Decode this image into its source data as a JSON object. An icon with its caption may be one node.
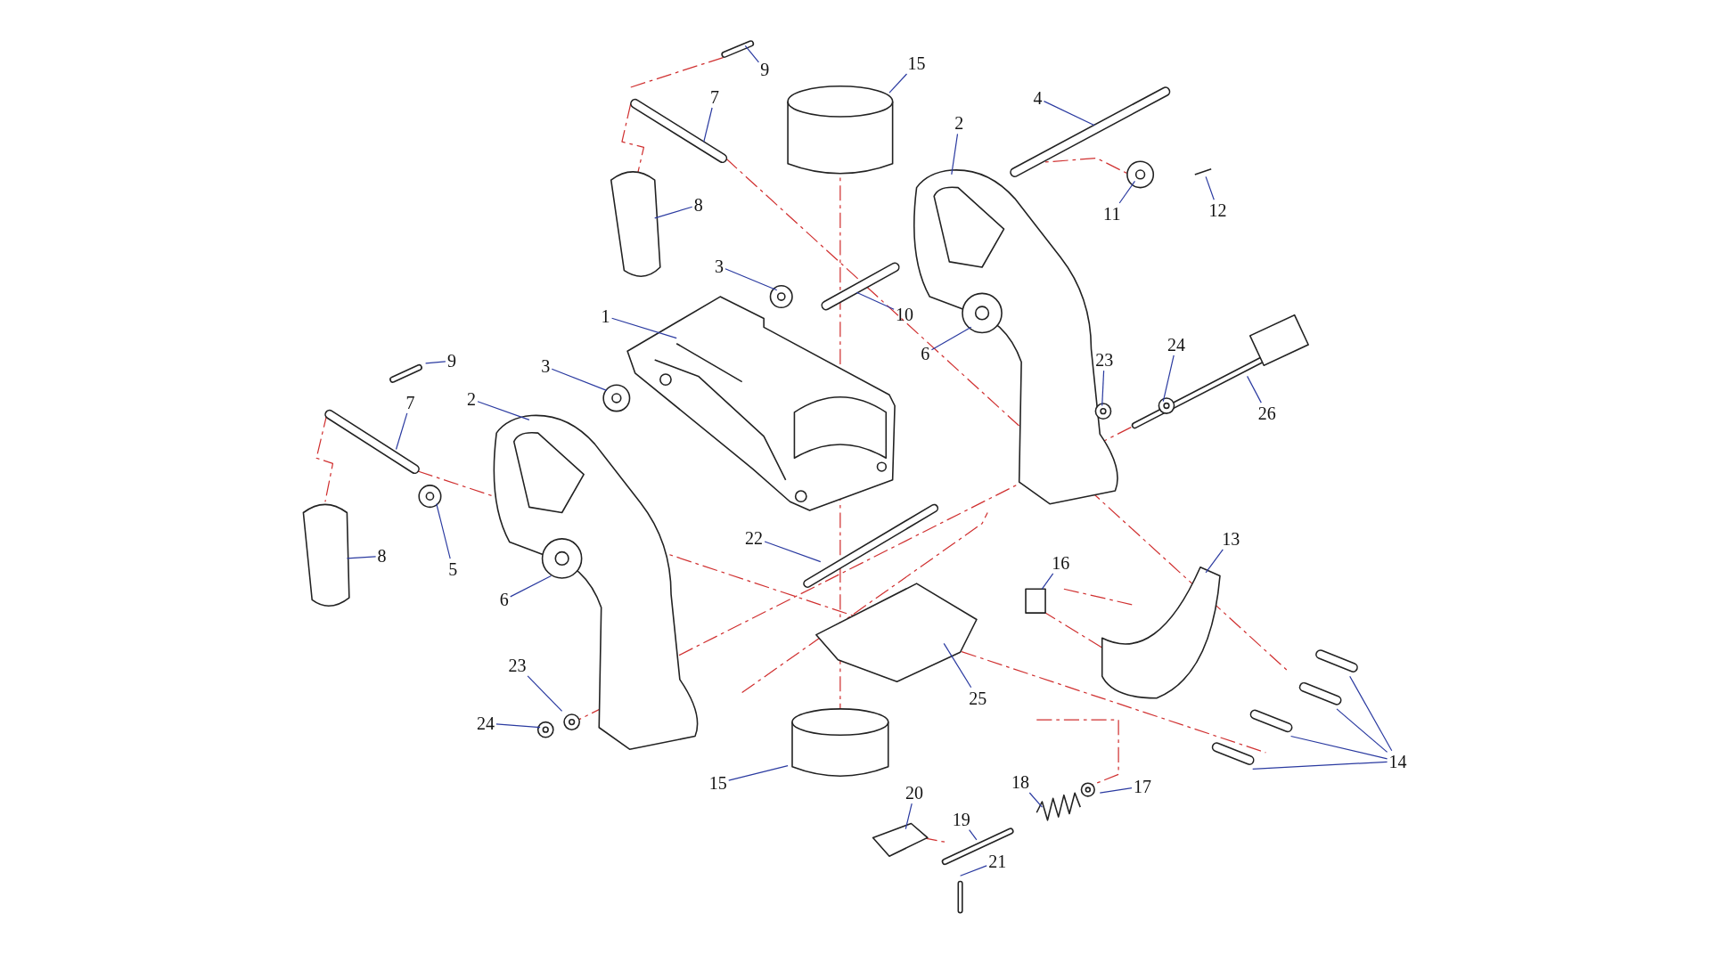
{
  "diagram": {
    "nodes": [
      {
        "text": [
          "9"
        ]
      },
      {
        "text": [
          "15"
        ]
      },
      {
        "text": [
          "7"
        ]
      },
      {
        "text": [
          "4"
        ]
      },
      {
        "text": [
          "2"
        ]
      },
      {
        "text": [
          "11"
        ]
      },
      {
        "text": [
          "12"
        ]
      },
      {
        "text": [
          "8"
        ]
      },
      {
        "text": [
          "3"
        ]
      },
      {
        "text": [
          "10"
        ]
      },
      {
        "text": [
          "1"
        ]
      },
      {
        "text": [
          "6"
        ]
      },
      {
        "text": [
          "23"
        ]
      },
      {
        "text": [
          "24"
        ]
      },
      {
        "text": [
          "26"
        ]
      },
      {
        "text": [
          "9"
        ]
      },
      {
        "text": [
          "3"
        ]
      },
      {
        "text": [
          "7"
        ]
      },
      {
        "text": [
          "2"
        ]
      },
      {
        "text": [
          "5"
        ]
      },
      {
        "text": [
          "6"
        ]
      },
      {
        "text": [
          "22"
        ]
      },
      {
        "text": [
          "13"
        ]
      },
      {
        "text": [
          "16"
        ]
      },
      {
        "text": [
          "8"
        ]
      },
      {
        "text": [
          "25"
        ]
      },
      {
        "text": [
          "23"
        ]
      },
      {
        "text": [
          "24"
        ]
      },
      {
        "text": [
          "15"
        ]
      },
      {
        "text": [
          "20"
        ]
      },
      {
        "text": [
          "19"
        ]
      },
      {
        "text": [
          "18"
        ]
      },
      {
        "text": [
          "17"
        ]
      },
      {
        "text": [
          "21"
        ]
      },
      {
        "text": [
          "14"
        ]
      }
    ],
    "edges": [
      {
        "from": 0,
        "to": null,
        "arrow": "none"
      },
      {
        "from": 1,
        "to": null,
        "arrow": "none"
      },
      {
        "from": 2,
        "to": null,
        "arrow": "none"
      },
      {
        "from": 3,
        "to": null,
        "arrow": "none"
      },
      {
        "from": 4,
        "to": null,
        "arrow": "none"
      },
      {
        "from": 5,
        "to": null,
        "arrow": "none"
      },
      {
        "from": 6,
        "to": null,
        "arrow": "none"
      },
      {
        "from": 7,
        "to": null,
        "arrow": "none"
      },
      {
        "from": 8,
        "to": null,
        "arrow": "none"
      },
      {
        "from": 9,
        "to": null,
        "arrow": "none"
      },
      {
        "from": 10,
        "to": null,
        "arrow": "none"
      },
      {
        "from": 11,
        "to": null,
        "arrow": "none"
      },
      {
        "from": 12,
        "to": null,
        "arrow": "none"
      },
      {
        "from": 13,
        "to": null,
        "arrow": "none"
      },
      {
        "from": 14,
        "to": null,
        "arrow": "none"
      },
      {
        "from": 15,
        "to": null,
        "arrow": "none"
      },
      {
        "from": 16,
        "to": null,
        "arrow": "none"
      },
      {
        "from": 17,
        "to": null,
        "arrow": "none"
      },
      {
        "from": 18,
        "to": null,
        "arrow": "none"
      },
      {
        "from": 19,
        "to": null,
        "arrow": "none"
      },
      {
        "from": 20,
        "to": null,
        "arrow": "none"
      },
      {
        "from": 21,
        "to": null,
        "arrow": "none"
      },
      {
        "from": 22,
        "to": null,
        "arrow": "none"
      },
      {
        "from": 23,
        "to": null,
        "arrow": "none"
      },
      {
        "from": 24,
        "to": null,
        "arrow": "none"
      },
      {
        "from": 25,
        "to": null,
        "arrow": "none"
      },
      {
        "from": 26,
        "to": null,
        "arrow": "none"
      },
      {
        "from": 27,
        "to": null,
        "arrow": "none"
      },
      {
        "from": 28,
        "to": null,
        "arrow": "none"
      },
      {
        "from": 29,
        "to": null,
        "arrow": "none"
      },
      {
        "from": 30,
        "to": null,
        "arrow": "none"
      },
      {
        "from": 31,
        "to": null,
        "arrow": "none"
      },
      {
        "from": 32,
        "to": null,
        "arrow": "none"
      },
      {
        "from": 33,
        "to": null,
        "arrow": "none"
      },
      {
        "from": 34,
        "to": null,
        "arrow": "none"
      },
      {
        "from": 34,
        "to": null,
        "arrow": "none"
      },
      {
        "from": 34,
        "to": null,
        "arrow": "none"
      },
      {
        "from": 34,
        "to": null,
        "arrow": "none"
      }
    ]
  }
}
